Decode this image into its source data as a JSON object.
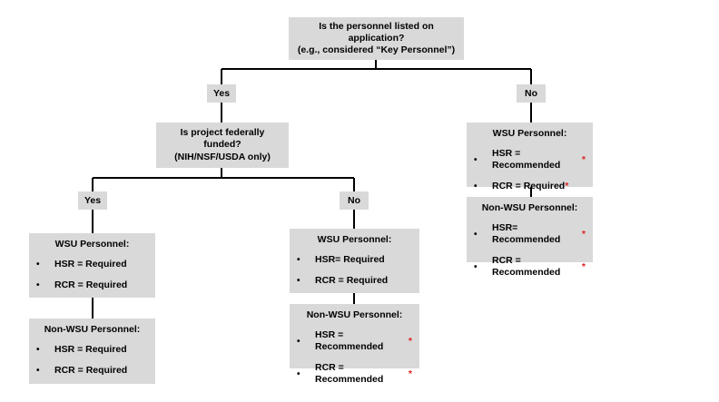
{
  "root": {
    "line1": "Is the personnel listed on application?",
    "line2": "(e.g., considered “Key Personnel”)"
  },
  "yes_label": "Yes",
  "no_label": "No",
  "funded": {
    "line1": "Is project federally funded?",
    "line2": "(NIH/NSF/USDA only)"
  },
  "funded_yes_label": "Yes",
  "funded_no_label": "No",
  "bullet_symbol": "•",
  "asterisk": "*",
  "lists": {
    "yes_yes_wsu": {
      "title": "WSU Personnel:",
      "items": [
        {
          "text": "HSR = Required",
          "mark": ""
        },
        {
          "text": "RCR = Required",
          "mark": ""
        }
      ]
    },
    "yes_yes_nonwsu": {
      "title": "Non-WSU Personnel:",
      "items": [
        {
          "text": "HSR = Required",
          "mark": ""
        },
        {
          "text": "RCR = Required",
          "mark": ""
        }
      ]
    },
    "yes_no_wsu": {
      "title": "WSU Personnel:",
      "items": [
        {
          "text": "HSR= Required",
          "mark": ""
        },
        {
          "text": "RCR = Required",
          "mark": ""
        }
      ]
    },
    "yes_no_nonwsu": {
      "title": "Non-WSU Personnel:",
      "items": [
        {
          "text": "HSR = Recommended",
          "mark": "*"
        },
        {
          "text": "RCR = Recommended",
          "mark": "*"
        }
      ]
    },
    "no_wsu": {
      "title": "WSU Personnel:",
      "items": [
        {
          "text": "HSR = Recommended",
          "mark": "*"
        },
        {
          "text": "RCR = Required",
          "mark": "*"
        }
      ]
    },
    "no_nonwsu": {
      "title": "Non-WSU Personnel:",
      "items": [
        {
          "text": "HSR= Recommended",
          "mark": "*"
        },
        {
          "text": "RCR = Recommended",
          "mark": "*"
        }
      ]
    }
  }
}
